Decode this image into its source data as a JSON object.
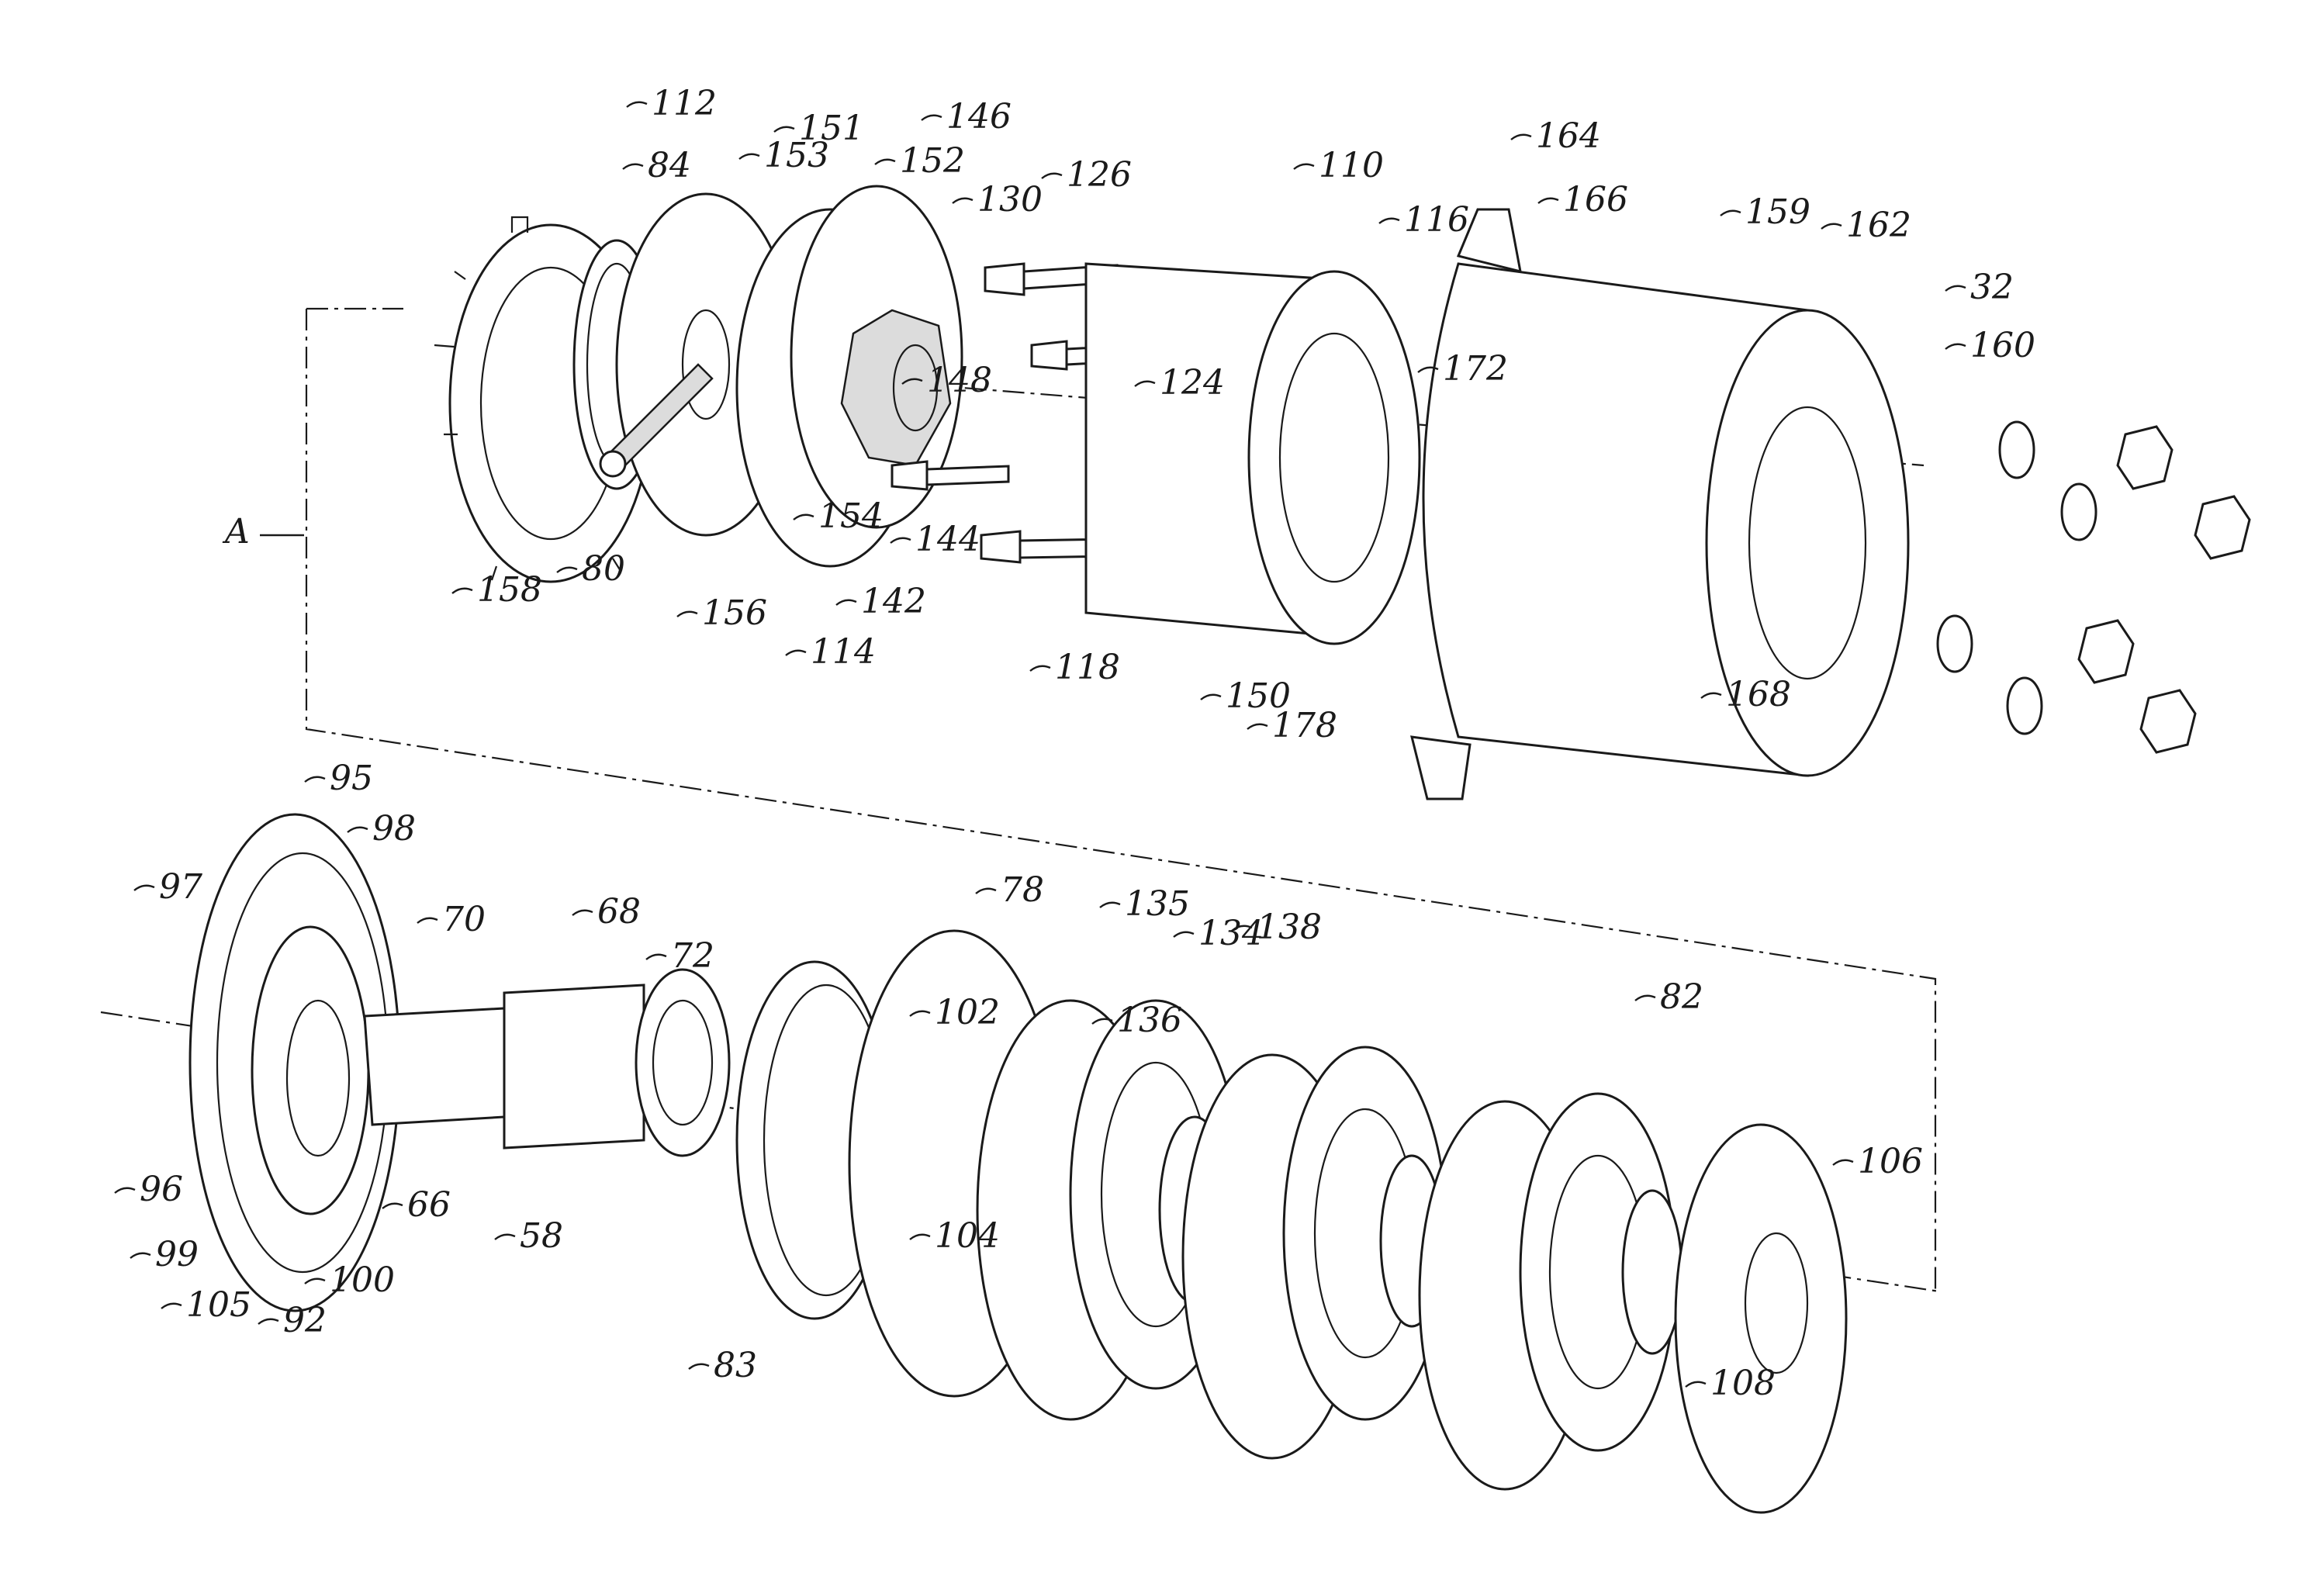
{
  "figure": {
    "section_label": "A",
    "labels": [
      "112",
      "84",
      "151",
      "153",
      "152",
      "146",
      "130",
      "126",
      "110",
      "116",
      "164",
      "166",
      "159",
      "162",
      "32",
      "160",
      "148",
      "124",
      "172",
      "158",
      "80",
      "154",
      "144",
      "156",
      "142",
      "114",
      "118",
      "150",
      "178",
      "168",
      "95",
      "98",
      "97",
      "70",
      "68",
      "72",
      "78",
      "135",
      "134",
      "138",
      "102",
      "82",
      "136",
      "106",
      "96",
      "99",
      "66",
      "58",
      "105",
      "92",
      "100",
      "104",
      "83",
      "108"
    ]
  }
}
